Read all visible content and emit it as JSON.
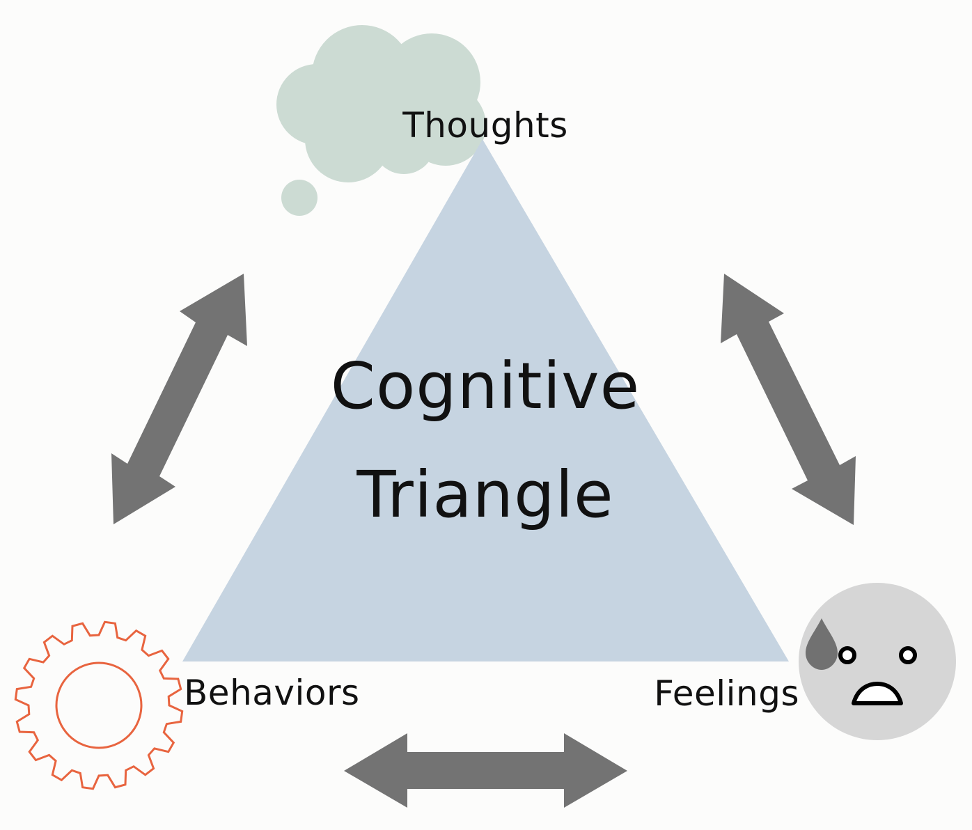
{
  "title": {
    "line1": "Cognitive",
    "line2": "Triangle"
  },
  "nodes": {
    "thoughts": "Thoughts",
    "behaviors": "Behaviors",
    "feelings": "Feelings"
  },
  "colors": {
    "background": "#fcfcfb",
    "triangle": "#c6d4e1",
    "cloud": "#ccdbd3",
    "arrow": "#737373",
    "gear": "#e8643f",
    "face": "#d6d6d6"
  },
  "icons": [
    "thought-cloud-icon",
    "gear-icon",
    "sad-face-icon",
    "double-arrow-icon"
  ]
}
